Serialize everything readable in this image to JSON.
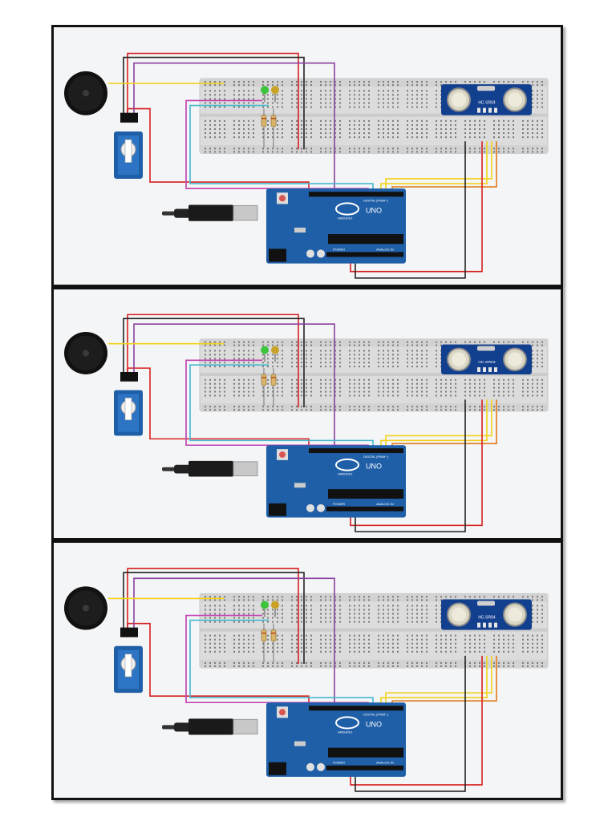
{
  "panels": [
    {
      "board_brand": "ARDUINO",
      "board_model": "UNO",
      "sensor_label": "HC-SR04",
      "header_digital": "DIGITAL (PWM~)",
      "header_power": "POWER",
      "header_analog": "ANALOG IN"
    },
    {
      "board_brand": "ARDUINO",
      "board_model": "UNO",
      "sensor_label": "HC-SR04",
      "header_digital": "DIGITAL (PWM~)",
      "header_power": "POWER",
      "header_analog": "ANALOG IN"
    },
    {
      "board_brand": "ARDUINO",
      "board_model": "UNO",
      "sensor_label": "HC-SR04",
      "header_digital": "DIGITAL (PWM~)",
      "header_power": "POWER",
      "header_analog": "ANALOG IN"
    }
  ],
  "colors": {
    "wire_red": "#d62020",
    "wire_black": "#222222",
    "wire_purple": "#8a3fa0",
    "wire_yellow": "#f2d21b",
    "wire_cyan": "#45b8cf",
    "wire_magenta": "#c03fb0",
    "board_blue": "#1f5fa8",
    "breadboard": "#dcdcdc",
    "led_green": "#3cc43c",
    "led_yellow": "#c9a227"
  },
  "icons": [
    "piezo-buzzer-icon",
    "servo-motor-icon",
    "led-icon",
    "resistor-icon",
    "ultrasonic-sensor-icon",
    "usb-cable-icon",
    "arduino-board-icon"
  ]
}
